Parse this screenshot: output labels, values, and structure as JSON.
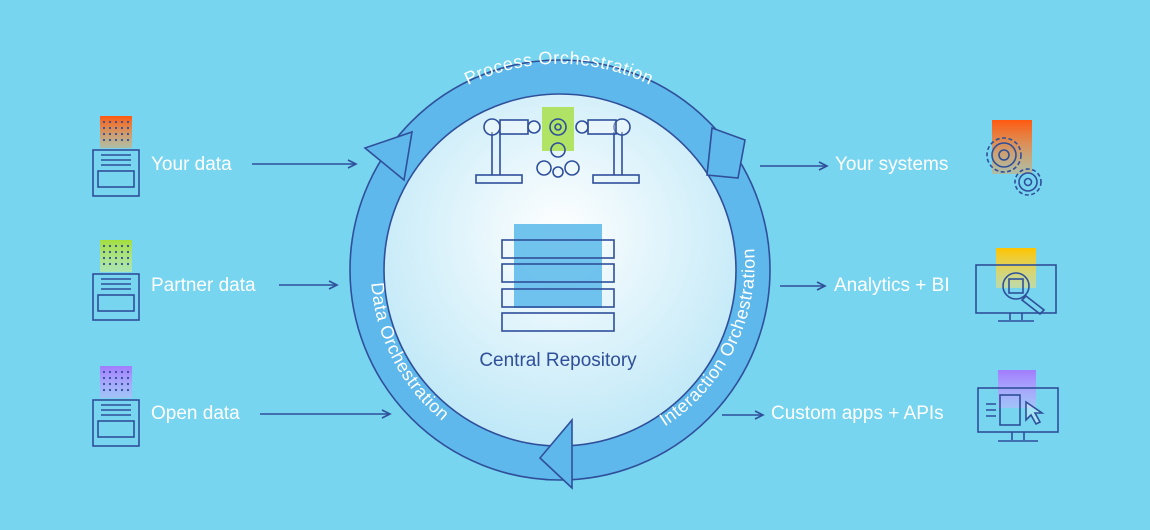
{
  "colors": {
    "background": "#77d5f0",
    "ring": "#5fb8ec",
    "line": "#2f4f9a",
    "orange": "#ff6a1a",
    "yellow": "#ffcc00",
    "green": "#a8e04a",
    "purple": "#b28cff",
    "blue": "#58b8ea"
  },
  "center": {
    "label": "Central Repository",
    "icon": "database-stack-icon",
    "top_icon": "robot-arms-gears-icon"
  },
  "ring": {
    "top": "Process Orchestration",
    "left": "Data Orchestration",
    "right": "Interaction Orchestration"
  },
  "inputs": [
    {
      "label": "Your data",
      "icon": "server-icon",
      "accent": "orange"
    },
    {
      "label": "Partner data",
      "icon": "server-icon",
      "accent": "green"
    },
    {
      "label": "Open data",
      "icon": "server-icon",
      "accent": "purple"
    }
  ],
  "outputs": [
    {
      "label": "Your systems",
      "icon": "gears-icon",
      "accent": "orange"
    },
    {
      "label": "Analytics + BI",
      "icon": "monitor-magnifier-icon",
      "accent": "yellow"
    },
    {
      "label": "Custom apps + APIs",
      "icon": "monitor-cursor-icon",
      "accent": "purple"
    }
  ]
}
